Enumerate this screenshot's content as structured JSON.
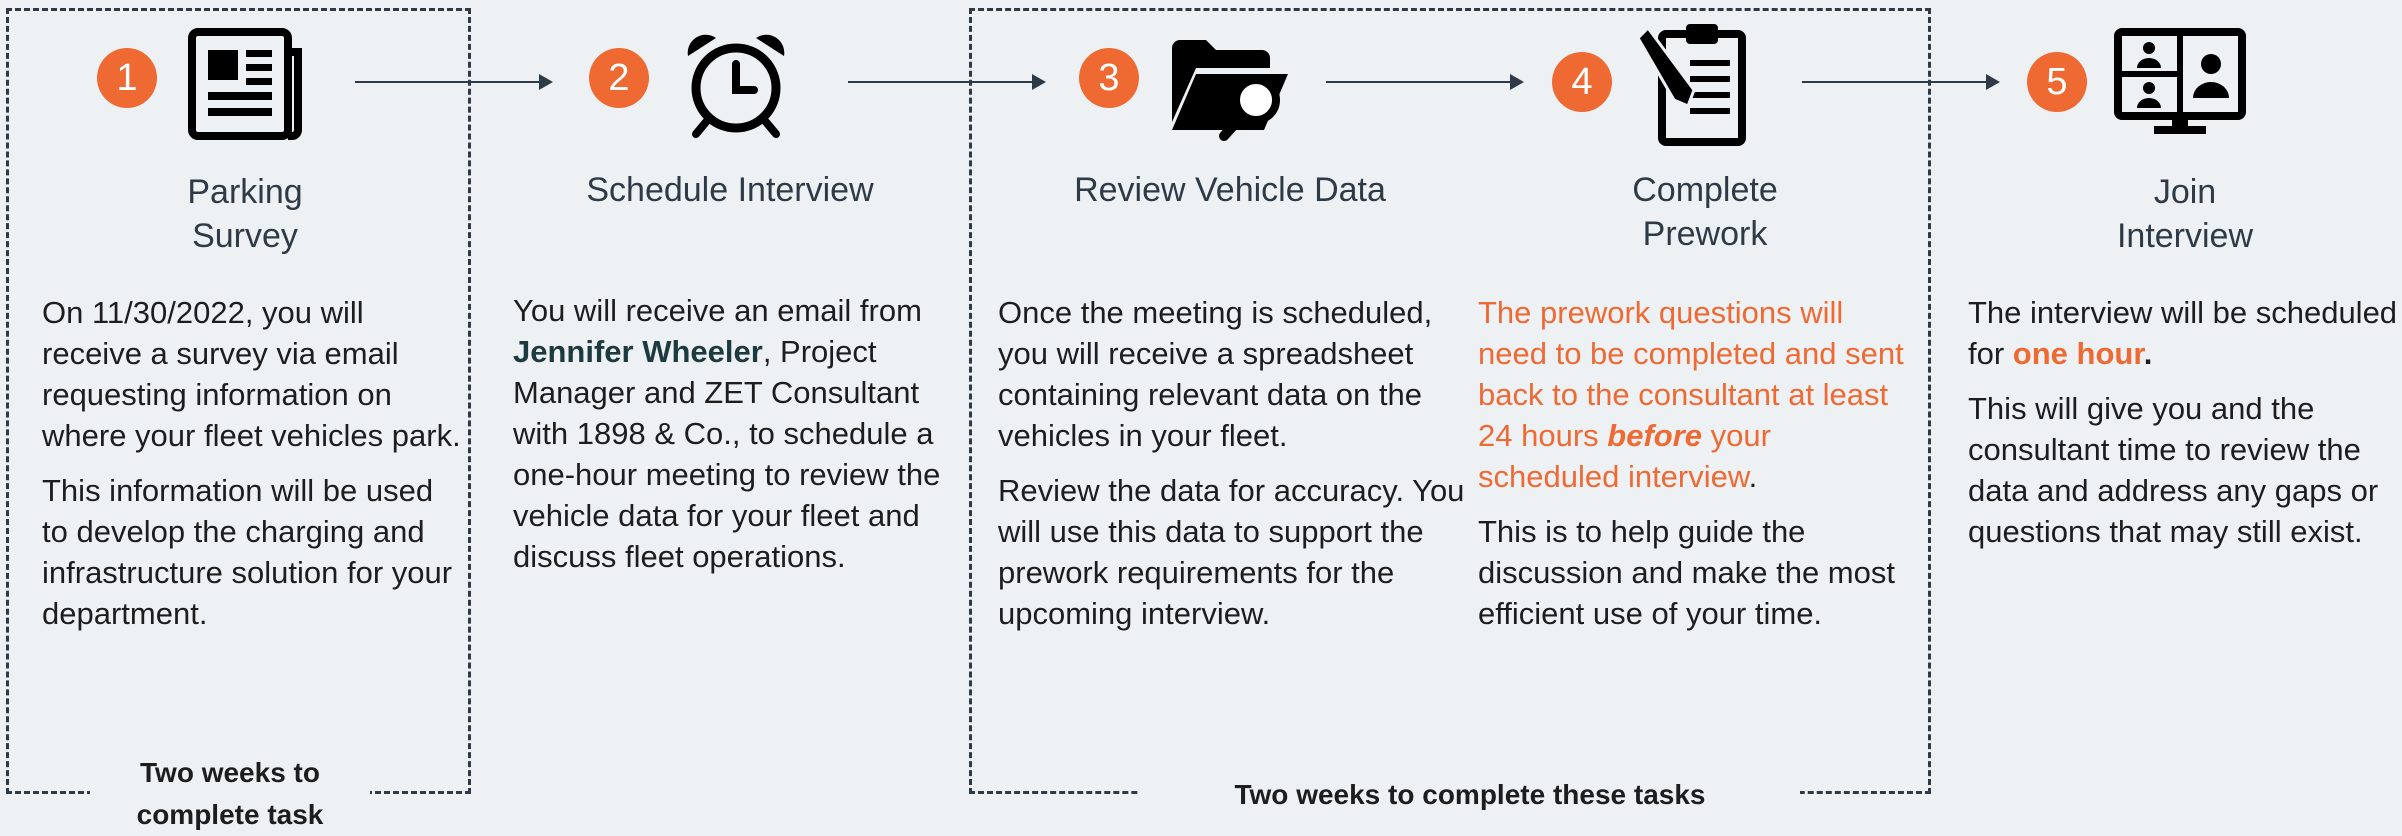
{
  "steps": [
    {
      "number": "1",
      "title_line1": "Parking",
      "title_line2": "Survey",
      "icon": "newspaper-icon"
    },
    {
      "number": "2",
      "title_line1": "Schedule Interview",
      "title_line2": "",
      "icon": "alarm-clock-icon"
    },
    {
      "number": "3",
      "title_line1": "Review Vehicle Data",
      "title_line2": "",
      "icon": "folder-search-icon"
    },
    {
      "number": "4",
      "title_line1": "Complete",
      "title_line2": "Prework",
      "icon": "clipboard-pencil-icon"
    },
    {
      "number": "5",
      "title_line1": "Join",
      "title_line2": "Interview",
      "icon": "video-conference-icon"
    }
  ],
  "step1": {
    "p1": "On 11/30/2022, you will receive a survey via email requesting information on where your fleet vehicles park.",
    "p2": "This information will be used to develop the charging and infrastructure solution for your department."
  },
  "step2": {
    "p1_a": "You will receive an email from ",
    "p1_name": "Jennifer Wheeler",
    "p1_b": ", Project Manager and ZET Consultant with 1898 & Co., to schedule a one-hour meeting to review the vehicle data for your fleet and discuss fleet operations."
  },
  "step3": {
    "p1": "Once the meeting is scheduled, you will receive a spreadsheet containing relevant data on the vehicles in your fleet.",
    "p2": "Review the data for accuracy. You will use this data to support the prework requirements for the upcoming interview."
  },
  "step4": {
    "p1_a": "The prework questions will need to be completed and sent back to the consultant at least 24 hours ",
    "p1_em": "before",
    "p1_b": " your scheduled interview",
    "p1_end": ".",
    "p2": "This is to help guide the discussion and make the most efficient use of your time."
  },
  "step5": {
    "p1_a": "The interview will be scheduled for ",
    "p1_em": "one hour",
    "p1_end": ".",
    "p2": "This will give you and the consultant time to review the data and address any gaps or questions that may still exist."
  },
  "captions": {
    "box1_line1": "Two weeks to",
    "box1_line2": "complete task",
    "box2": "Two weeks to complete these tasks"
  },
  "colors": {
    "accent": "#ef6a33",
    "text": "#1d1d1d",
    "name": "#1d3a3f",
    "border": "#2e3a45"
  }
}
